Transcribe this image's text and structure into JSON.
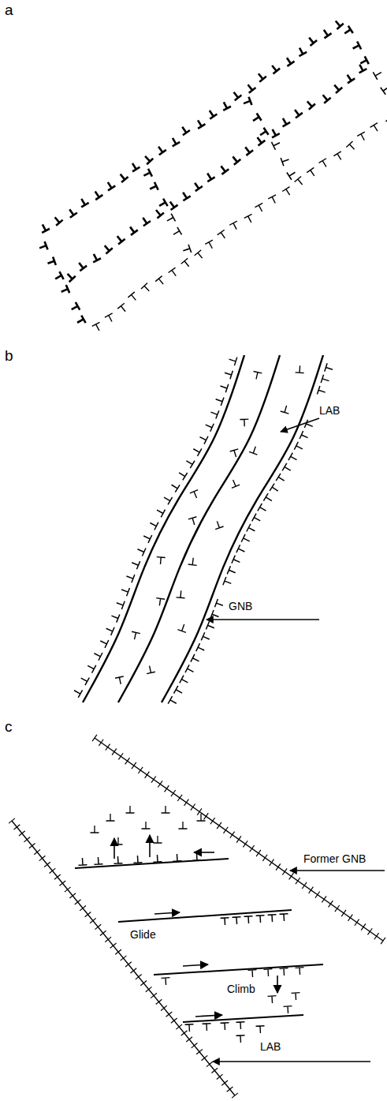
{
  "diagram": {
    "labels": [
      "a",
      "b",
      "LAB",
      "GNB",
      "c",
      "Former GNB",
      "Glide",
      "Climb",
      "LAB"
    ]
  }
}
